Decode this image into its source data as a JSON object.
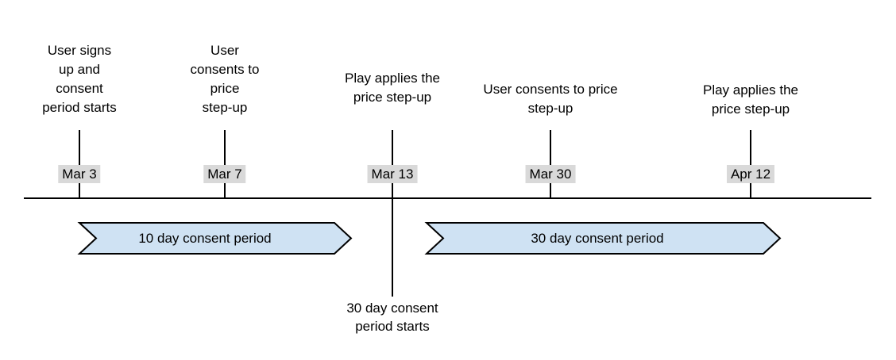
{
  "diagram": {
    "type": "timeline",
    "events": [
      {
        "date": "Mar 3",
        "label": "User signs\nup and\nconsent\nperiod starts"
      },
      {
        "date": "Mar 7",
        "label": "User\nconsents to\nprice\nstep-up"
      },
      {
        "date": "Mar 13",
        "label": "Play applies the\nprice step-up",
        "note_below": "30 day consent\nperiod starts"
      },
      {
        "date": "Mar 30",
        "label": "User consents to price\nstep-up"
      },
      {
        "date": "Apr 12",
        "label": "Play applies the\nprice step-up"
      }
    ],
    "periods": [
      {
        "label": "10 day consent period"
      },
      {
        "label": "30 day consent period"
      }
    ],
    "colors": {
      "period_fill": "#cfe2f3",
      "period_border": "#000000",
      "date_highlight_bg": "#d9d9d9",
      "line": "#000000",
      "text": "#000000",
      "background": "#ffffff"
    }
  }
}
